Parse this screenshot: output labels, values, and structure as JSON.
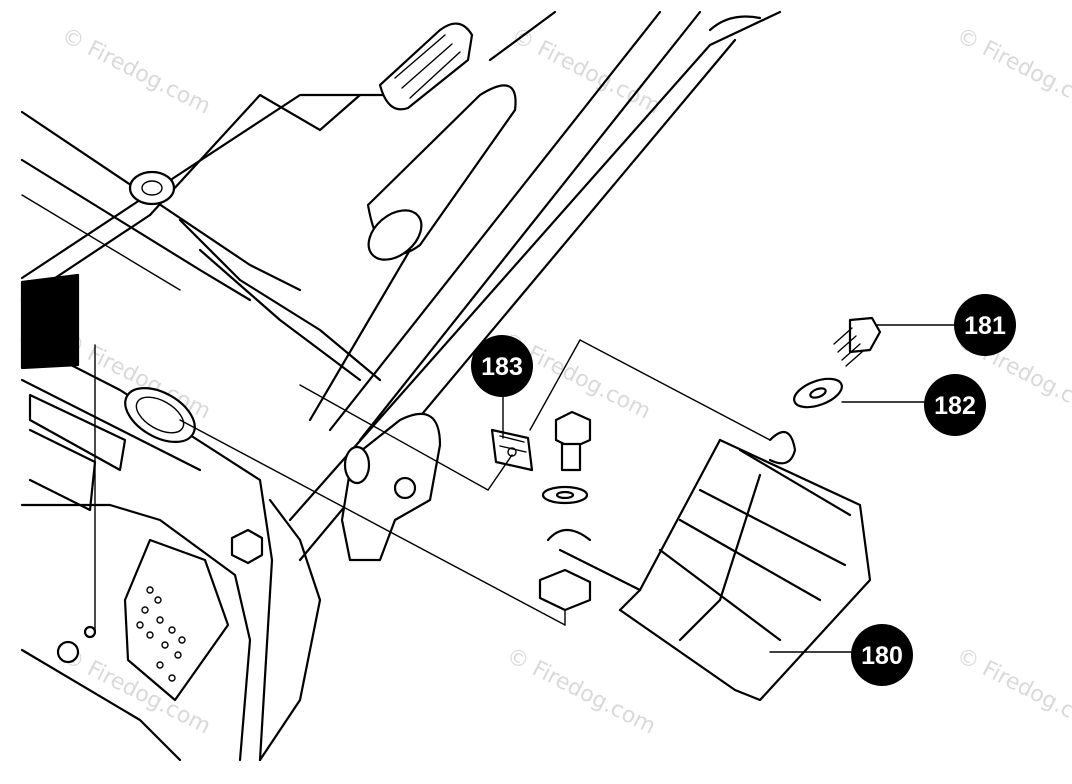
{
  "watermark": {
    "text": "© Firedog.com"
  },
  "callouts": [
    {
      "id": "181",
      "label": "181"
    },
    {
      "id": "182",
      "label": "182"
    },
    {
      "id": "183",
      "label": "183"
    },
    {
      "id": "180",
      "label": "180"
    }
  ],
  "colors": {
    "ink": "#000000",
    "paper": "#ffffff",
    "watermark": "#d9d9d9",
    "callout_fill": "#000000",
    "callout_text": "#ffffff"
  }
}
